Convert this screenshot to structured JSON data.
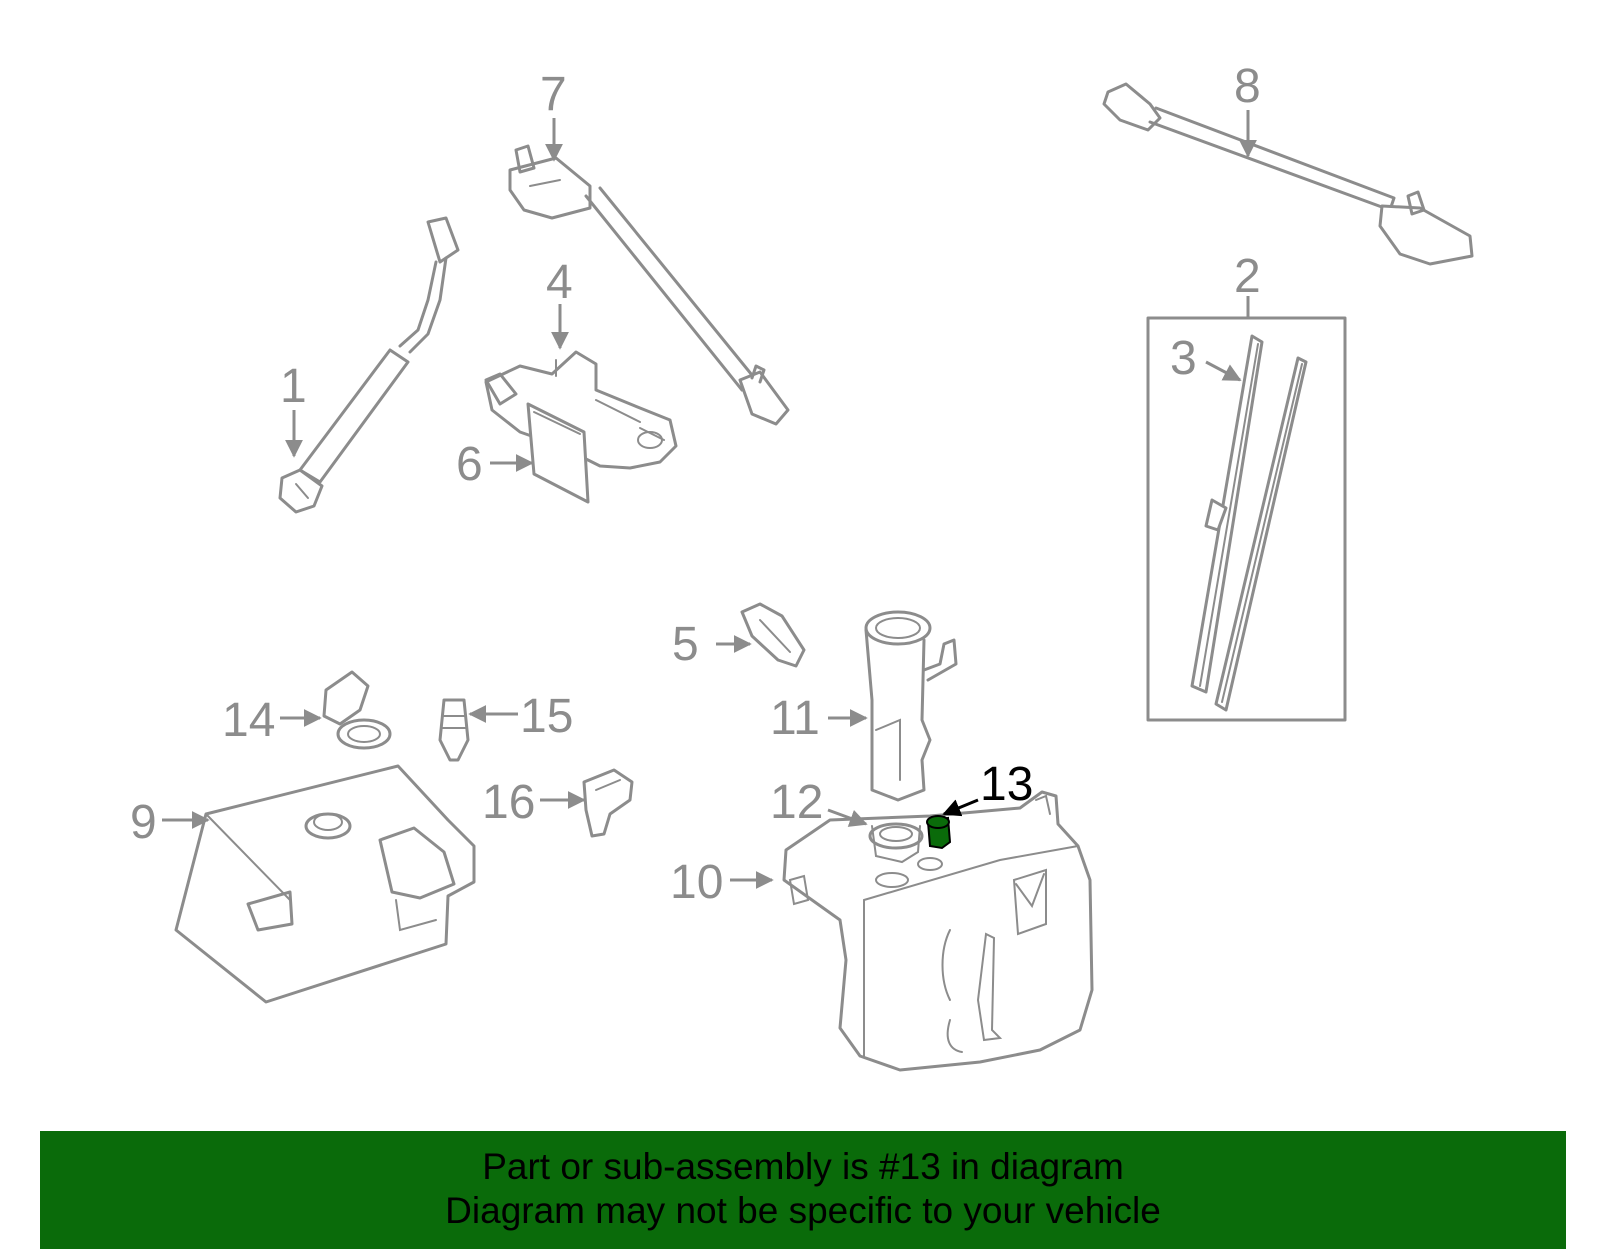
{
  "diagram": {
    "callouts": {
      "c1": "1",
      "c2": "2",
      "c3": "3",
      "c4": "4",
      "c5": "5",
      "c6": "6",
      "c7": "7",
      "c8": "8",
      "c9": "9",
      "c10": "10",
      "c11": "11",
      "c12": "12",
      "c13": "13",
      "c14": "14",
      "c15": "15",
      "c16": "16"
    },
    "highlighted_part": "13",
    "colors": {
      "part_stroke": "#8c8c8c",
      "highlight": "#0a6b0a",
      "banner": "#0a6b0a",
      "text": "#000000"
    }
  },
  "banner": {
    "line1": "Part or sub-assembly is #13 in diagram",
    "line2": "Diagram may not be specific to your vehicle"
  }
}
